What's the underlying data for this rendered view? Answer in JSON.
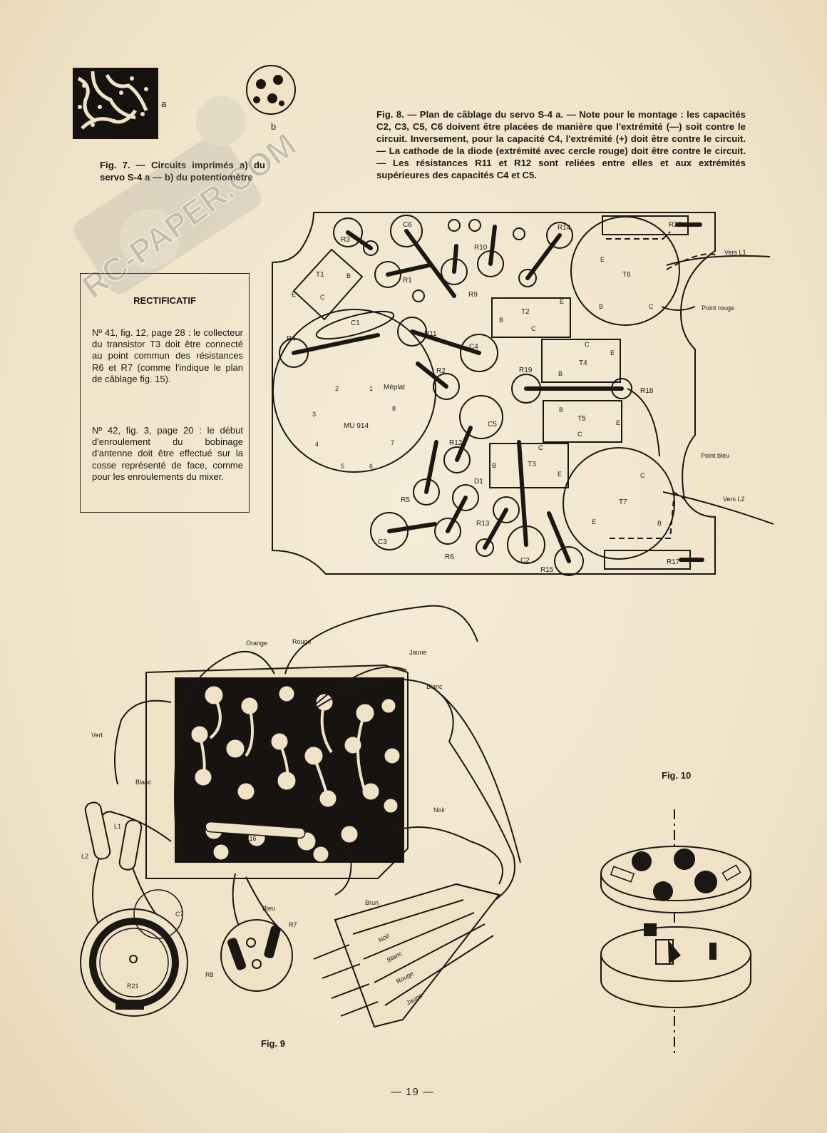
{
  "fig7": {
    "caption": "Fig. 7. — Circuits imprimés a) du servo S-4 a — b) du potentiomètre",
    "label_a": "a",
    "label_b": "b"
  },
  "fig8": {
    "caption": "Fig. 8. — Plan de câblage du servo S-4 a. — Note pour le montage : les capacités C2, C3, C5, C6 doivent être placées de manière que l'extrémité (—) soit contre le circuit. Inversement, pour la capacité C4, l'extrémité (+) doit être contre le circuit. — La cathode de la diode (extrémité avec cercle rouge) doit être contre le circuit. — Les résistances R11 et R12 sont reliées entre elles et aux extrémités supérieures des capacités C4 et C5.",
    "components": {
      "R3": "R3",
      "C6": "C6",
      "R10": "R10",
      "R14": "R14",
      "R20": "R20",
      "T1": "T1",
      "R1": "R1",
      "R9": "R9",
      "T2": "T2",
      "T6": "T6",
      "C1": "C1",
      "R11": "R11",
      "R4": "R4",
      "C4": "C4",
      "T4": "T4",
      "R2": "R2",
      "R19": "R19",
      "R18": "R18",
      "MU914": "MU 914",
      "meplat": "Méplat",
      "C5": "C5",
      "T5": "T5",
      "R12": "R12",
      "T3": "T3",
      "T7": "T7",
      "D1": "D1",
      "R5": "R5",
      "R13": "R13",
      "C3": "C3",
      "R6": "R6",
      "C2": "C2",
      "R15": "R15",
      "R17": "R17"
    },
    "annotations": {
      "vers_l1": "Vers L1",
      "point_rouge": "Point rouge",
      "point_bleu": "Point bleu",
      "vers_l2": "Vers L2"
    },
    "pins": {
      "e": "E",
      "b": "B",
      "c": "C",
      "p1": "1",
      "p2": "2",
      "p3": "3",
      "p4": "4",
      "p5": "5",
      "p6": "6",
      "p7": "7",
      "p8": "8"
    }
  },
  "rectificatif": {
    "title": "RECTIFICATIF",
    "p1": "Nº 41, fig. 12, page 28 : le collecteur du transistor T3 doit être connecté au point commun des résistances R6 et R7 (comme l'indique le plan de câblage fig. 15).",
    "p2": "Nº 42, fig. 3, page 20 : le début d'enroulement du bobinage d'antenne doit être effectué sur la cosse représenté de face, comme pour les enroulements du mixer."
  },
  "fig9": {
    "label": "Fig. 9",
    "wires": {
      "orange": "Orange",
      "rouge": "Rouge",
      "jaune": "Jaune",
      "blanc": "Blanc",
      "vert": "Vert",
      "blanc2": "Blanc",
      "noir": "Noir",
      "brun": "Brun",
      "bleu": "Bleu"
    },
    "parts": {
      "L1": "L1",
      "L2": "L2",
      "C7": "C7",
      "R7": "R7",
      "R8": "R8",
      "R16": "R16",
      "R21": "R21"
    },
    "connector": {
      "noir": "Noir",
      "blanc": "Blanc",
      "rouge": "Rouge",
      "jaune": "Jaune"
    }
  },
  "fig10": {
    "label": "Fig. 10"
  },
  "watermark": "RC-PAPER.COM",
  "page_number": "— 19 —"
}
